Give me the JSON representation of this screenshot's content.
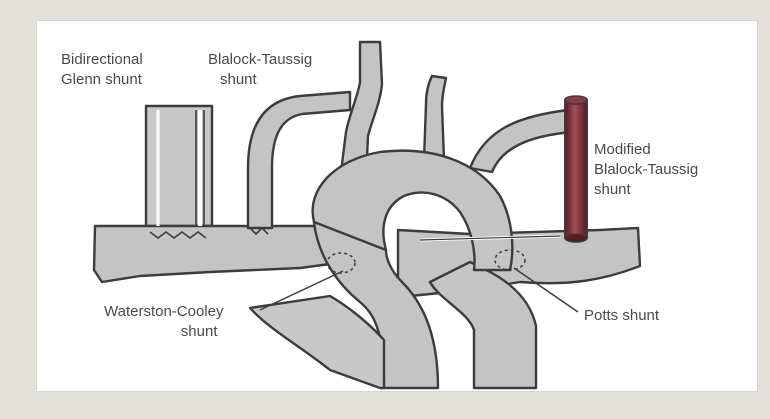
{
  "labels": {
    "glenn": [
      "Bidirectional",
      "Glenn shunt"
    ],
    "bt": [
      "Blalock-Taussig",
      "shunt"
    ],
    "modified_bt": [
      "Modified",
      "Blalock-Taussig",
      "shunt"
    ],
    "waterston": [
      "Waterston-Cooley",
      "shunt"
    ],
    "potts": [
      "Potts shunt"
    ]
  },
  "colors": {
    "vessel_fill": "#c4c4c4",
    "vessel_stroke": "#3c3c3c",
    "graft_fill": "#7a2a32",
    "background": "#ffffff",
    "frame": "#e3dfd9"
  }
}
